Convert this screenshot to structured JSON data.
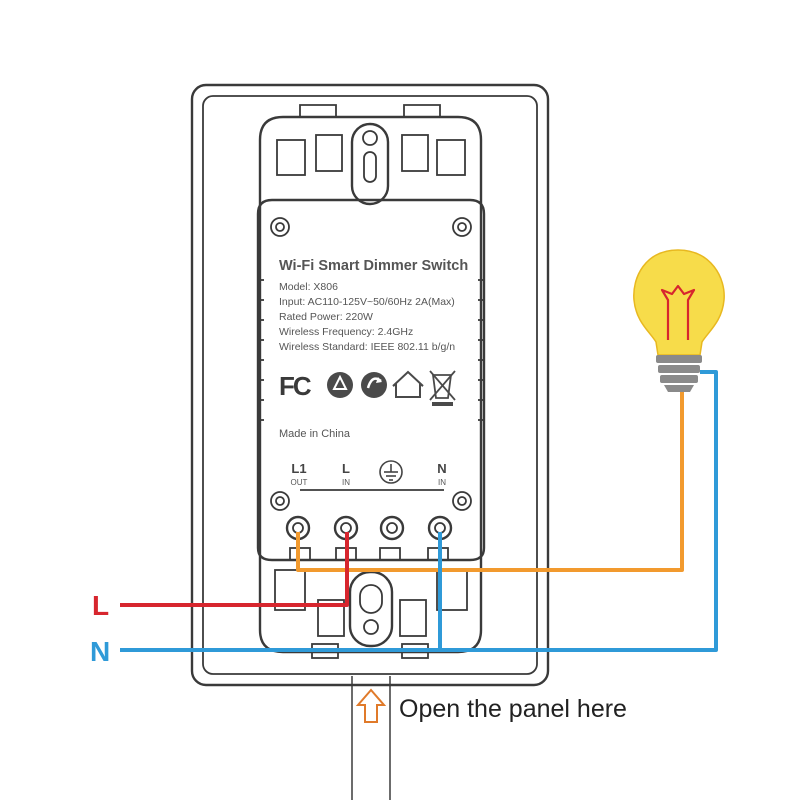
{
  "label": {
    "title": "Wi-Fi Smart Dimmer Switch",
    "specs": [
      "Model: X806",
      "Input: AC110-125V~50/60Hz 2A(Max)",
      "Rated Power: 220W",
      "Wireless Frequency: 2.4GHz",
      "Wireless Standard: IEEE 802.11 b/g/n"
    ],
    "fc_mark": "FC",
    "made_in": "Made in China"
  },
  "terminals": [
    {
      "main": "L1",
      "sub": "OUT"
    },
    {
      "main": "L",
      "sub": "IN"
    },
    {
      "main": "",
      "sub": ""
    },
    {
      "main": "N",
      "sub": "IN"
    }
  ],
  "wires": {
    "live_label": "L",
    "neutral_label": "N",
    "colors": {
      "live": "#d7262e",
      "neutral": "#2f9ad8",
      "load": "#f29a2e"
    }
  },
  "hint": {
    "text": "Open the panel here"
  },
  "bulb": {
    "glass_color": "#f7dc4a",
    "filament_color": "#d7262e",
    "base_color": "#8a8a8a"
  }
}
